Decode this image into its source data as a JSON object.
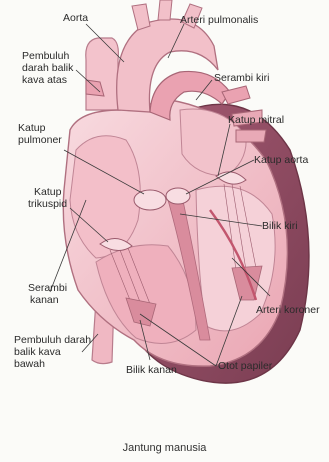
{
  "labels": {
    "aorta": "Aorta",
    "arteri_pulmonalis": "Arteri pulmonalis",
    "pembuluh_atas_1": "Pembuluh",
    "pembuluh_atas_2": "darah balik",
    "pembuluh_atas_3": "kava atas",
    "serambi_kiri": "Serambi kiri",
    "katup_mitral": "Katup mitral",
    "katup_pulmoner_1": "Katup",
    "katup_pulmoner_2": "pulmoner",
    "katup_aorta": "Katup aorta",
    "katup_trikuspid_1": "Katup",
    "katup_trikuspid_2": "trikuspid",
    "bilik_kiri": "Bilik kiri",
    "serambi_kanan_1": "Serambi",
    "serambi_kanan_2": "kanan",
    "arteri_koroner": "Arteri koroner",
    "pembuluh_bawah_1": "Pembuluh darah",
    "pembuluh_bawah_2": "balik kava",
    "pembuluh_bawah_3": "bawah",
    "bilik_kanan": "Bilik kanan",
    "otot_papiler": "Otot papiler"
  },
  "caption": "Jantung manusia",
  "colors": {
    "tissue_light": "#f6cfd6",
    "tissue_mid": "#eeaab7",
    "tissue_dark": "#d9899a",
    "muscle_wall": "#8e4c62",
    "outline": "#7a3d52",
    "leader_line": "#3a3a3a"
  }
}
